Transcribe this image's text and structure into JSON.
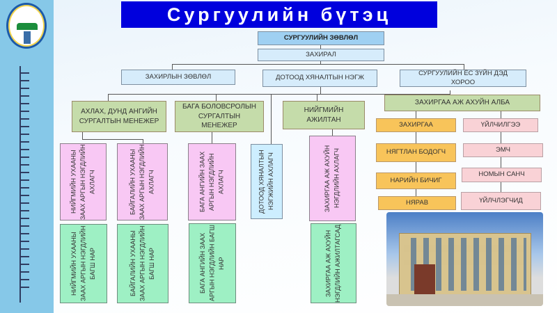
{
  "title": "Сургуулийн бүтэц",
  "top": {
    "council": "СУРГУУЛИЙН ЗӨВЛӨЛ",
    "director": "ЗАХИРАЛ"
  },
  "level2": [
    "ЗАХИРЛЫН ЗӨВЛӨЛ",
    "ДОТООД ХЯНАЛТЫН НЭГЖ",
    "СУРГУУЛИЙН ЁС ЗҮЙН ДЭД ХОРОО"
  ],
  "managers": [
    "АХЛАХ, ДУНД АНГИЙН СУРГАЛТЫН МЕНЕЖЕР",
    "БАГА БОЛОВСРОЛЫН СУРГАЛТЫН МЕНЕЖЕР",
    "НИЙГМИЙН АЖИЛТАН",
    "ЗАХИРГАА АЖ АХУЙН АЛБА"
  ],
  "heads": [
    "НИЙГМИЙН УХААНЫ ЗААХ АРГЫН НЭГДЛИЙН АХЛАГЧ",
    "БАЙГАЛИЙН УХААНЫ ЗААХ АРГЫН НЭГДЛИЙН АХЛАГЧ",
    "БАГА АНГИЙН ЗААХ АРГЫН НЭГДЛИЙН АХЛАГЧ",
    "ДОТООД ХЯНАЛТЫН НЭГЖИЙН АХЛАГЧ",
    "ЗАХИРГАА АЖ АХУЙН НЭГДЛИЙН АХЛАГЧ"
  ],
  "staff": [
    "НИЙГМИЙН УХААНЫ ЗААХ АРГЫН НЭГДЛИЙН БАГШ НАР",
    "БАЙГАЛИЙН УХААНЫ ЗААХ АРГЫН НЭГДЛИЙН БАГШ НАР",
    "БАГА АНГИЙН ЗААХ АРГЫН НЭГДЛИЙН БАГШ НАР",
    "ЗАХИРГАА АЖ АХУЙН НЭГДЛИЙН АЖИЛТАГСАД"
  ],
  "admin": [
    "ЗАХИРГАА",
    "НЯГТЛАН БОДОГЧ",
    "НАРИЙН БИЧИГ",
    "НЯРАВ"
  ],
  "service": [
    "ҮЙЛЧИЛГЭЭ",
    "ЭМЧ",
    "НОМЫН САНЧ",
    "ҮЙЛЧЛЭГЧИД"
  ]
}
